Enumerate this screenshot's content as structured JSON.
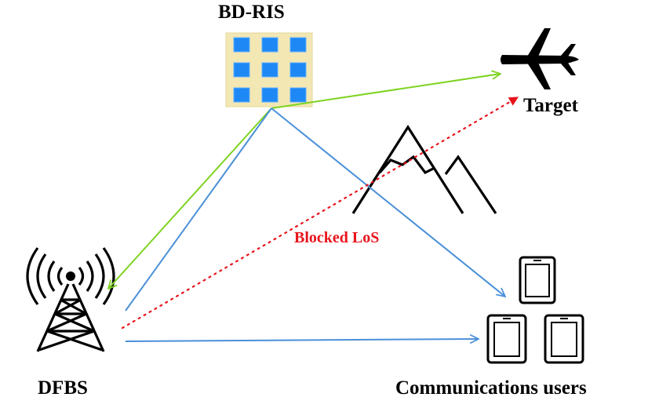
{
  "labels": {
    "ris": "BD-RIS",
    "target": "Target",
    "blocked_los": "Blocked LoS",
    "dfbs": "DFBS",
    "users": "Communications users"
  },
  "colors": {
    "sensing_link": "#7ed321",
    "communication_link": "#4a90d9",
    "blocked_link": "#e8141c",
    "ris_element": "#1e88f5",
    "ris_panel": "#f3e7b4",
    "icon": "#000000"
  },
  "icons": [
    "ris-panel-icon",
    "airplane-icon",
    "mountain-icon",
    "cell-tower-icon",
    "tablet-icon"
  ]
}
